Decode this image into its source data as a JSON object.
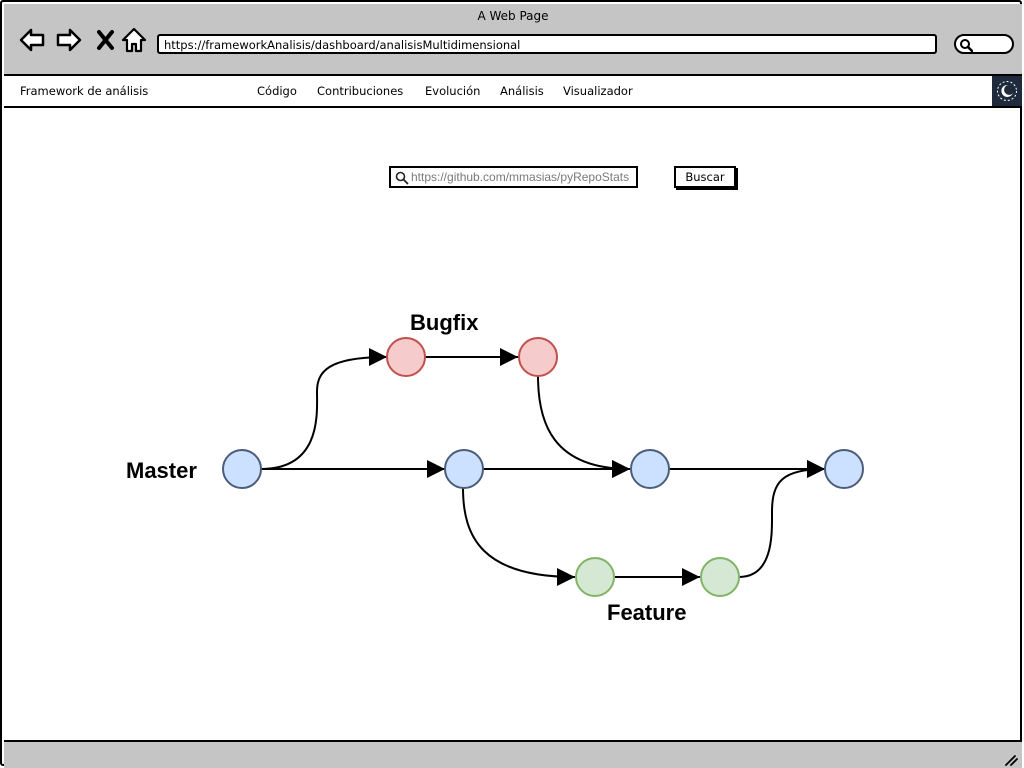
{
  "window": {
    "title": "A Web Page"
  },
  "browser": {
    "url": "https://frameworkAnalisis/dashboard/analisisMultidimensional"
  },
  "navbar": {
    "brand": "Framework de análisis",
    "items": [
      {
        "label": "Código"
      },
      {
        "label": "Contribuciones"
      },
      {
        "label": "Evolución"
      },
      {
        "label": "Análisis"
      },
      {
        "label": "Visualizador"
      }
    ]
  },
  "search": {
    "placeholder": "https://github.com/mmasias/pyRepoStats",
    "button_label": "Buscar"
  },
  "diagram": {
    "branches": {
      "master": "Master",
      "bugfix": "Bugfix",
      "feature": "Feature"
    },
    "colors": {
      "master_fill": "#cce0ff",
      "master_stroke": "#4b5d7a",
      "bugfix_fill": "#f6cbcb",
      "bugfix_stroke": "#c0504d",
      "feature_fill": "#d5e8d4",
      "feature_stroke": "#82b366"
    }
  },
  "icons": {
    "back": "back-arrow-icon",
    "forward": "forward-arrow-icon",
    "close": "close-icon",
    "home": "home-icon",
    "search": "search-icon",
    "theme": "moon-icon",
    "resize": "resize-grip-icon"
  }
}
